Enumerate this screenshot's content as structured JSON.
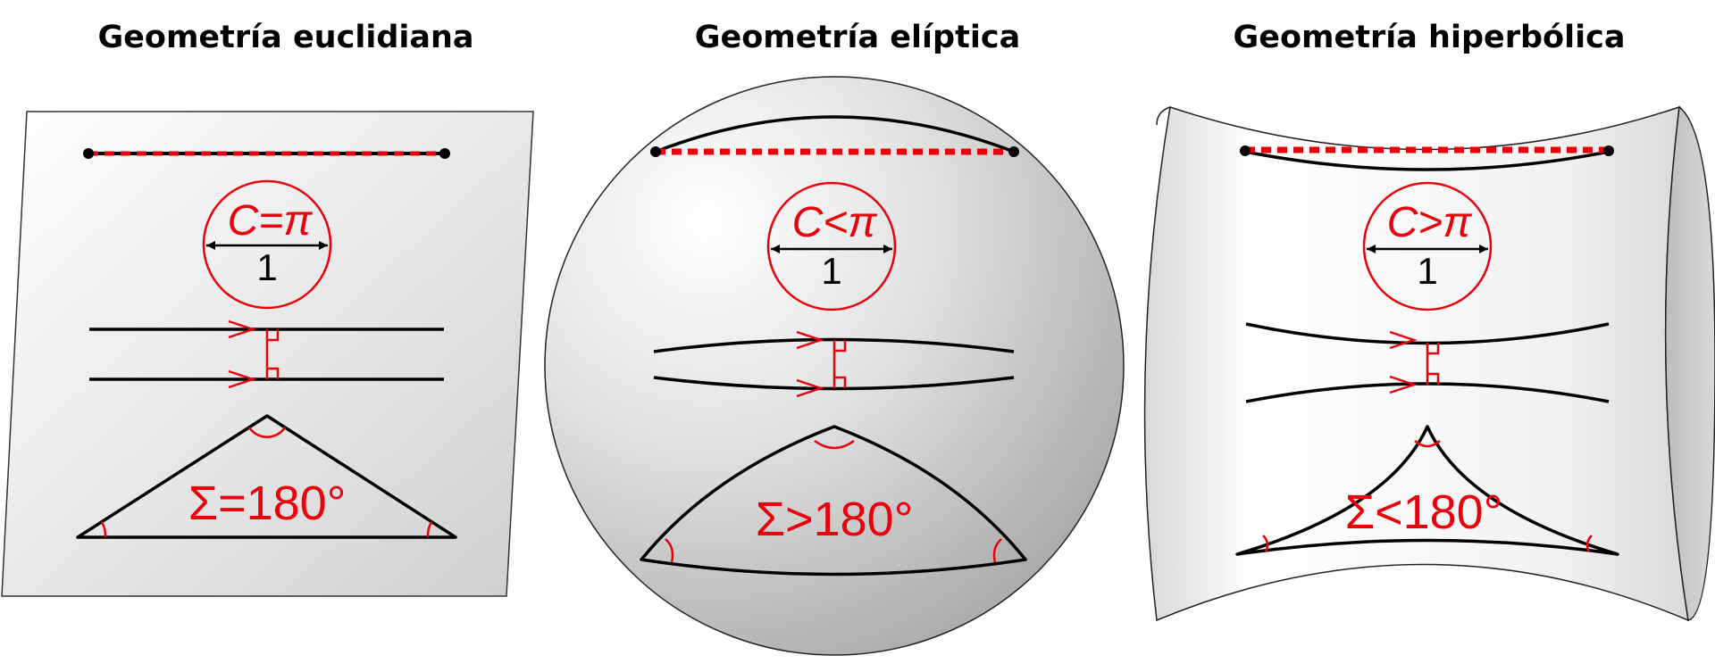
{
  "panels": [
    {
      "title": "Geometría euclidiana",
      "circle_formula": "C=π",
      "diameter_label": "1",
      "angle_sum": "Σ=180°"
    },
    {
      "title": "Geometría elíptica",
      "circle_formula": "C<π",
      "diameter_label": "1",
      "angle_sum": "Σ>180°"
    },
    {
      "title": "Geometría hiperbólica",
      "circle_formula": "C>π",
      "diameter_label": "1",
      "angle_sum": "Σ<180°"
    }
  ],
  "colors": {
    "annotation_red": "#e8000b",
    "line_black": "#000000",
    "surface_gray": "#d4d4d4"
  }
}
